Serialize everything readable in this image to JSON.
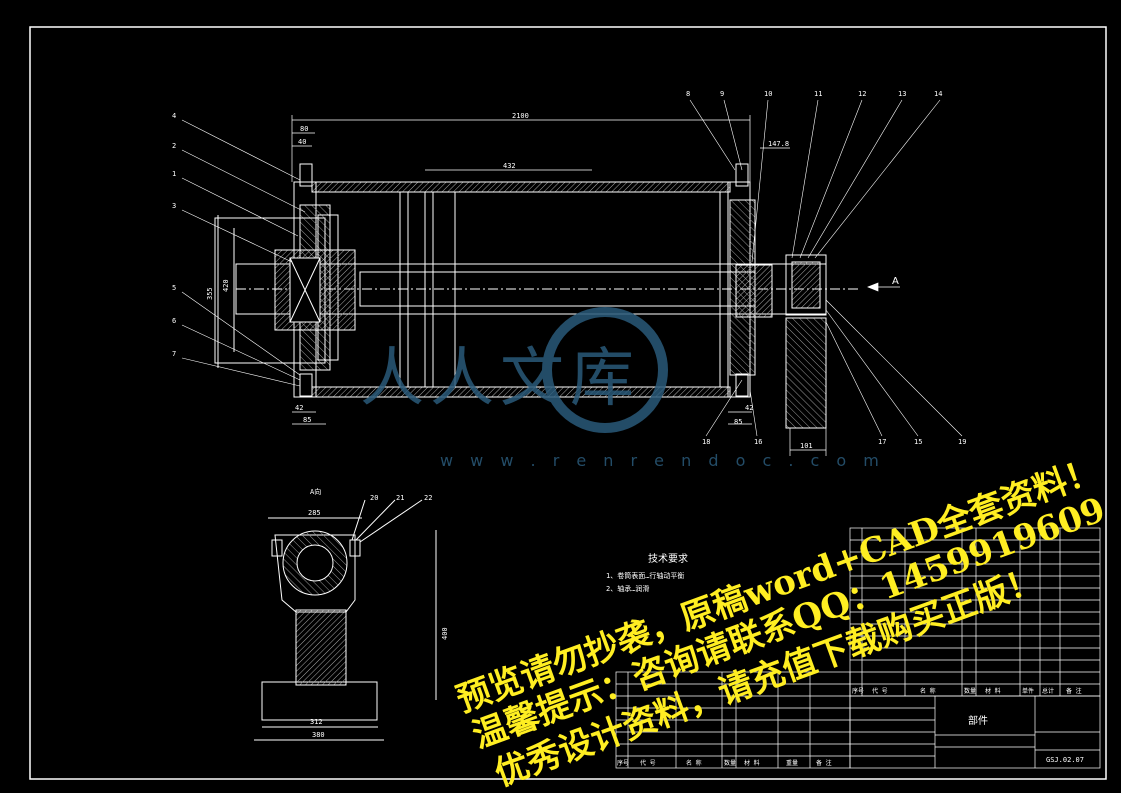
{
  "drawing": {
    "background": "#000000",
    "line_color": "#ffffff",
    "callouts_top": [
      "8",
      "9",
      "10",
      "11",
      "12",
      "13",
      "14"
    ],
    "callouts_left": [
      "4",
      "2",
      "1",
      "3",
      "5",
      "6",
      "7"
    ],
    "callouts_bottom": [
      "18",
      "16",
      "17",
      "15",
      "19"
    ],
    "callouts_view": [
      "20",
      "21",
      "22"
    ],
    "dims": {
      "overall_length": "2100",
      "d80": "80",
      "d40": "40",
      "d432": "432",
      "d147": "147.8",
      "d42_left": "42",
      "d42_right": "42",
      "d85_left": "85",
      "d85_right": "85",
      "d101": "101",
      "d355": "355",
      "d420": "420",
      "d285": "285",
      "d312": "312",
      "d380": "380",
      "d400": "400"
    },
    "arrow_a": "A",
    "view_a_title": "A向"
  },
  "tech": {
    "title": "技术要求",
    "line1": "1、卷筒表面…行轴动平衡",
    "line2": "2、轴承…润滑"
  },
  "title_block": {
    "part_label": "部件",
    "drawing_no": "GSJ.02.07",
    "header": [
      "序号",
      "代  号",
      "名  称",
      "数量",
      "材  料",
      "单件",
      "总计",
      "备  注"
    ],
    "header2": [
      "序号",
      "代  号",
      "名  称",
      "数量",
      "材  料",
      "重量",
      "备  注"
    ]
  },
  "watermark": {
    "logo": "人人文库",
    "url": "w w w . r e n r e n d o c . c o m",
    "line1": "预览请勿抄袭，原稿word+CAD全套资料！",
    "line2": "温馨提示：咨询请联系QQ：1459919609",
    "line3": "优秀设计资料，请充值下载购买正版！",
    "color": "#ffee22"
  }
}
